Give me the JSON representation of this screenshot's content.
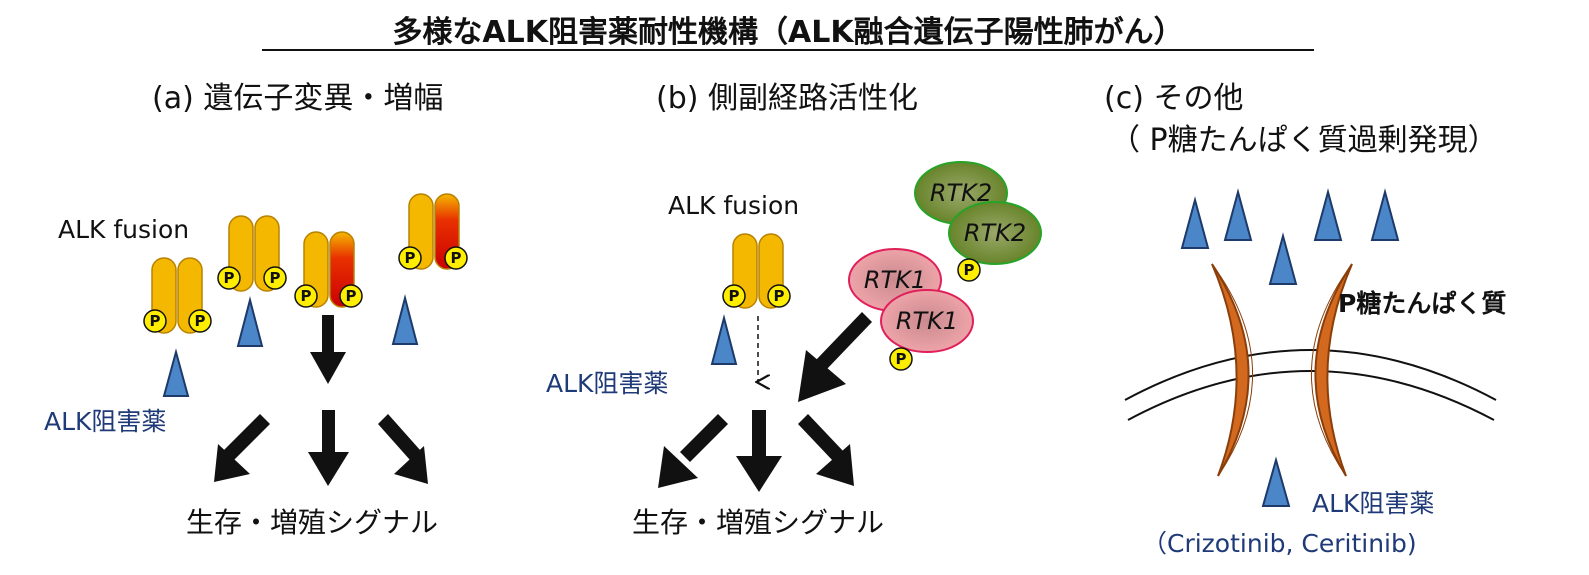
{
  "title": "多様なALK阻害薬耐性機構（ALK融合遺伝子陽性肺がん）",
  "panel_a": {
    "heading": "(a) 遺伝子変異・増幅",
    "alk_fusion_label": "ALK fusion",
    "inhibitor_label": "ALK阻害薬",
    "signal_label": "生存・増殖シグナル"
  },
  "panel_b": {
    "heading": "(b) 側副経路活性化",
    "alk_fusion_label": "ALK fusion",
    "inhibitor_label": "ALK阻害薬",
    "rtk1_label": "RTK1",
    "rtk2_label": "RTK2",
    "signal_label": "生存・増殖シグナル"
  },
  "panel_c": {
    "heading_line1": "(c) その他",
    "heading_line2": "（ P糖たんぱく質過剰発現）",
    "pgp_label": "P糖たんぱく質",
    "inhibitor_label": "ALK阻害薬",
    "drugs_label": "（Crizotinib, Ceritinib)"
  },
  "phospho_label": "P",
  "colors": {
    "alk_orange": "#f5b800",
    "mutation_red": "#d40000",
    "inhibitor_blue": "#4a86c8",
    "phospho_yellow": "#ffee00",
    "rtk1_pink": "#e88a90",
    "rtk2_green": "#5a7a1f",
    "pgp_orange": "#d2691e",
    "inhibitor_text_navy": "#1f3a78"
  }
}
